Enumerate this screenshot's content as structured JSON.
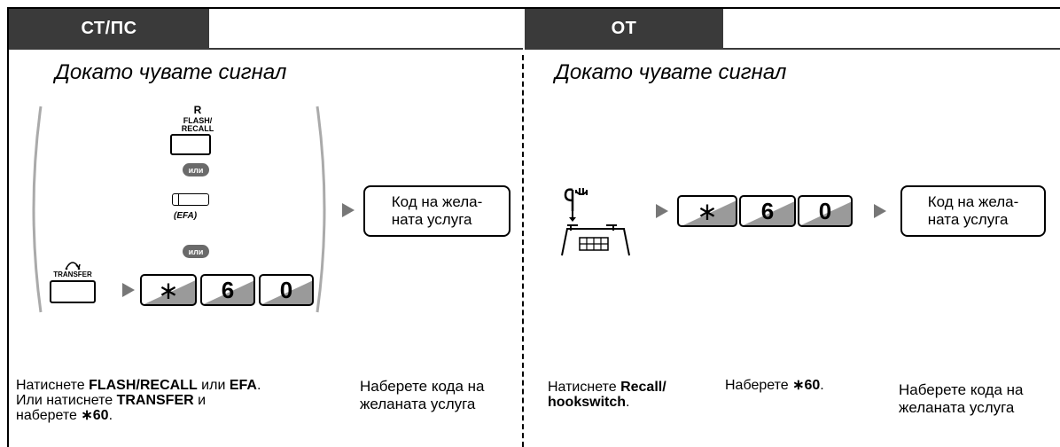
{
  "left": {
    "header": "СТ/ПС",
    "subtitle": "Докато чувате сигнал",
    "r_label": "R",
    "flash_label": "FLASH/",
    "recall_label": "RECALL",
    "or_1": "или",
    "efa_label": "(EFA)",
    "or_2": "или",
    "transfer_label": "TRANSFER",
    "keys": [
      "∗",
      "6",
      "0"
    ],
    "service_box": {
      "line1": "Код на жела-",
      "line2": "ната услуга"
    },
    "desc1": {
      "p1": "Натиснете ",
      "b1": "FLASH/RECALL",
      "p2": " или ",
      "b2": "EFA",
      "p3": ".",
      "p4": "Или натиснете ",
      "b3": "TRANSFER",
      "p5": " и",
      "p6": "наберете ",
      "b4": "∗60",
      "p7": "."
    },
    "desc2": {
      "line1": "Наберете кода на",
      "line2": "желаната услуга"
    }
  },
  "right": {
    "header": "ОТ",
    "subtitle": "Докато чувате сигнал",
    "keys": [
      "∗",
      "6",
      "0"
    ],
    "service_box": {
      "line1": "Код на жела-",
      "line2": "ната услуга"
    },
    "desc1": {
      "b1": "Натиснете ",
      "b2": "Recall/",
      "b3": "hookswitch",
      "p1": "."
    },
    "desc2": {
      "p1": "Наберете ",
      "b1": "∗60",
      "p2": "."
    },
    "desc3": {
      "line1": "Наберете кода на",
      "line2": "желаната услуга"
    }
  }
}
